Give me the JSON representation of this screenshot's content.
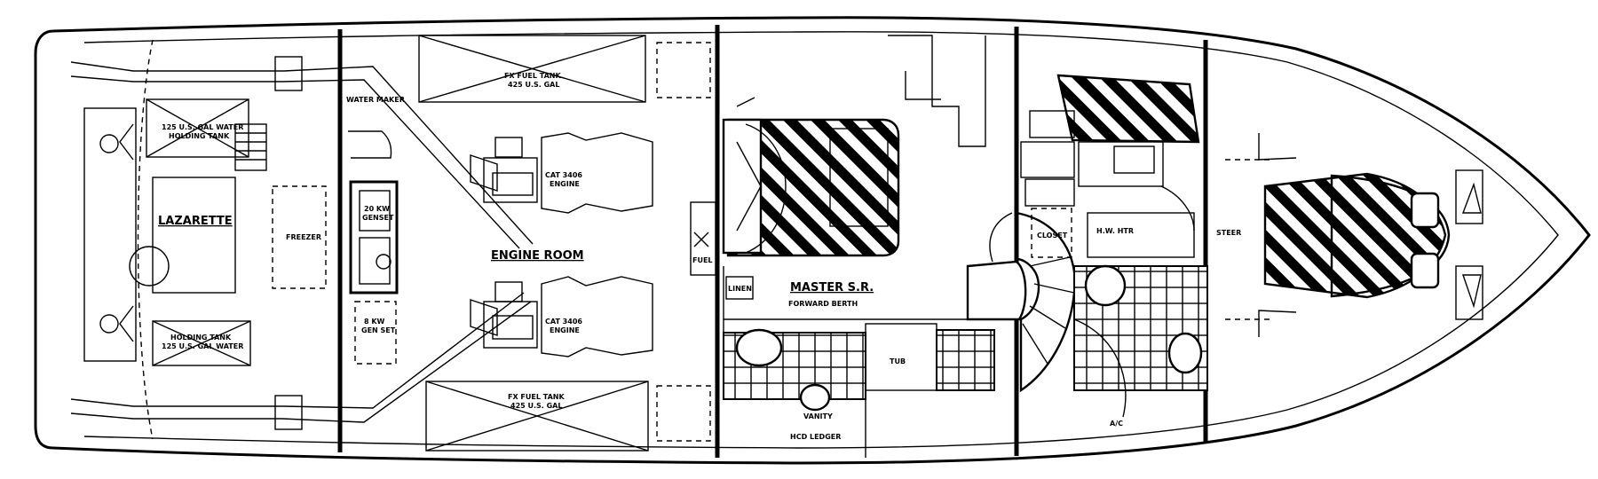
{
  "labels": {
    "lazarette": "LAZARETTE",
    "engine_room": "ENGINE ROOM",
    "master_sr": "MASTER S.R.",
    "engine_port": "CAT 3406",
    "engine_port_sub": "ENGINE",
    "engine_stbd": "CAT 3406",
    "engine_stbd_sub": "ENGINE",
    "fuel_tank_top_1": "FX FUEL TANK",
    "fuel_tank_top_2": "425 U.S. GAL",
    "fuel_tank_bot_1": "FX FUEL TANK",
    "fuel_tank_bot_2": "425 U.S. GAL",
    "water_tank_top_1": "125 U.S. GAL WATER",
    "water_tank_top_2": "HOLDING TANK",
    "water_tank_bot_1": "HOLDING TANK",
    "water_tank_bot_2": "125 U.S. GAL WATER",
    "freezer": "FREEZER",
    "water_maker": "WATER MAKER",
    "generator_top_1": "20 KW",
    "generator_top_2": "GENSET",
    "generator_bot_1": "8 KW",
    "generator_bot_2": "GEN SET",
    "forward_berth": "FORWARD BERTH",
    "hood_ledger": "HCD LEDGER",
    "vanity": "VANITY",
    "linen_locker": "LINEN",
    "tub": "TUB",
    "tank_a": "A/C",
    "hot_water": "H.W. HTR",
    "fuel_pump": "FUEL",
    "steering": "STEER",
    "closet": "CLOSET"
  }
}
